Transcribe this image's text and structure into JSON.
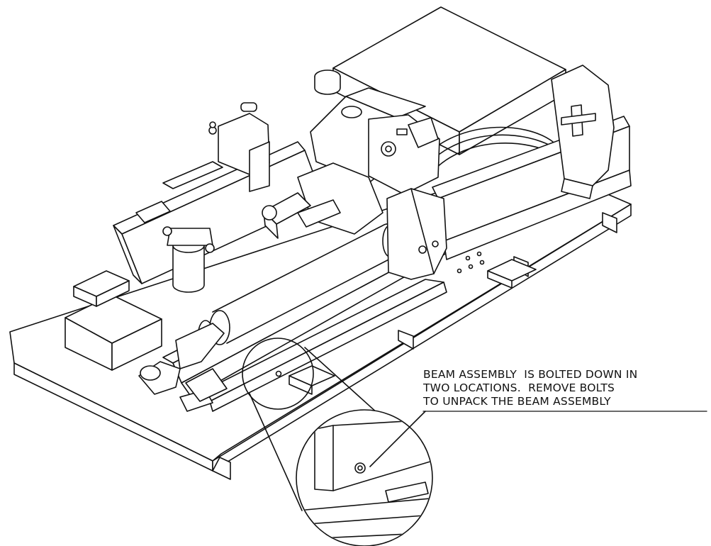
{
  "callout": {
    "lines": [
      "BEAM ASSEMBLY  IS BOLTED DOWN IN",
      "TWO LOCATIONS.  REMOVE BOLTS",
      "TO UNPACK THE BEAM ASSEMBLY"
    ]
  },
  "colors": {
    "line": "#111111",
    "background": "#ffffff"
  }
}
